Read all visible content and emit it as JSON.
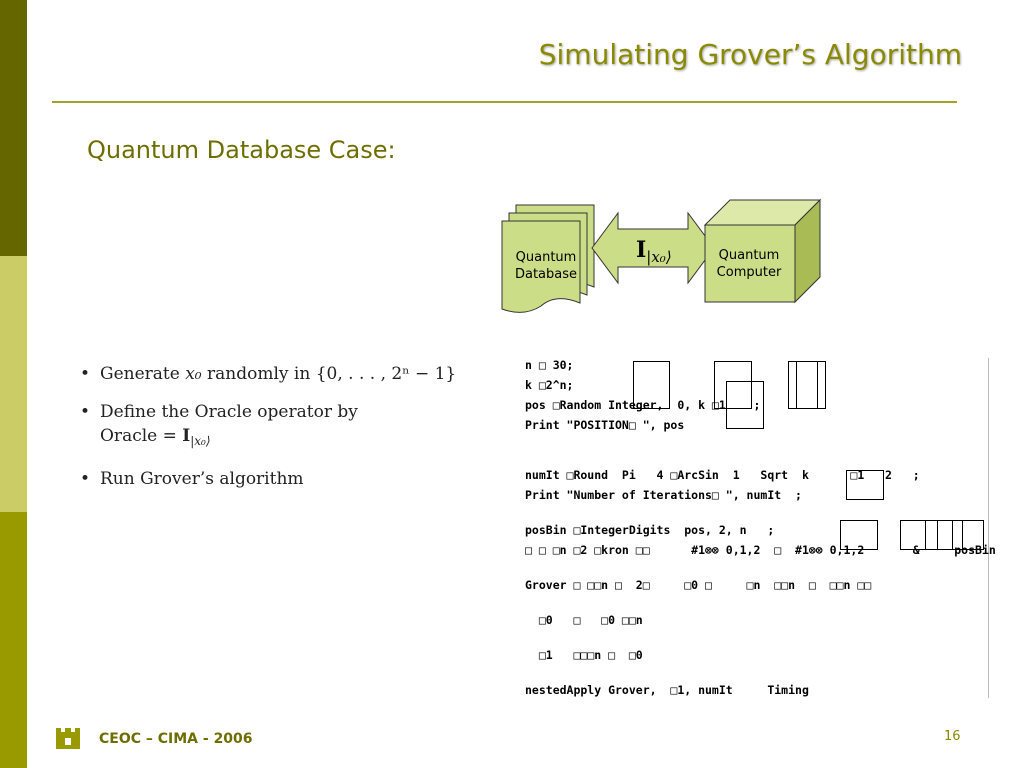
{
  "slide": {
    "title": "Simulating Grover’s Algorithm",
    "heading": "Quantum Database Case:",
    "page_number": "16"
  },
  "colors": {
    "sidebar_dark": "#666600",
    "sidebar_light": "#cccc66",
    "sidebar_mid": "#999900",
    "accent_text": "#8a8a00",
    "shape_fill": "#ccdd88"
  },
  "diagram": {
    "database_label_line1": "Quantum",
    "database_label_line2": "Database",
    "computer_label_line1": "Quantum",
    "computer_label_line2": "Computer",
    "operator_symbol": "I",
    "operator_subscript": "|x₀⟩"
  },
  "bullets": {
    "items": [
      {
        "text_before": "Generate ",
        "math": "x₀",
        "text_after": " randomly in {0, . . . , 2ⁿ − 1}"
      },
      {
        "line1": "Define the Oracle operator by",
        "line2_text": "Oracle = ",
        "line2_symbol": "I",
        "line2_sub": "|x₀⟩"
      },
      {
        "text": "Run Grover’s algorithm"
      }
    ]
  },
  "code": {
    "lines": [
      "n □ 30;",
      "k □2^n;",
      "pos □Random Integer,  0, k □1    ;",
      "Print \"POSITION□ \", pos",
      "numIt □Round  Pi   4 □ArcSin  1   Sqrt  k      □1   2   ;",
      "Print \"Number of Iterations□ \", numIt  ;",
      "posBin □IntegerDigits  pos, 2, n   ;",
      "□ □ □n □2 □kron □□      #1⊗⊗ 0,1,2  □  #1⊗⊗ 0,1,2       &     posBin",
      "Grover □ □□n □  2□     □0 □     □n  □□n  □  □□n □□",
      "  □0   □   □0 □□n",
      "  □1   □□□n □  □0",
      "nestedApply Grover,  □1, numIt     Timing"
    ]
  },
  "footer": {
    "text": "CEOC – CIMA - 2006",
    "logo_icon": "castle-logo"
  }
}
